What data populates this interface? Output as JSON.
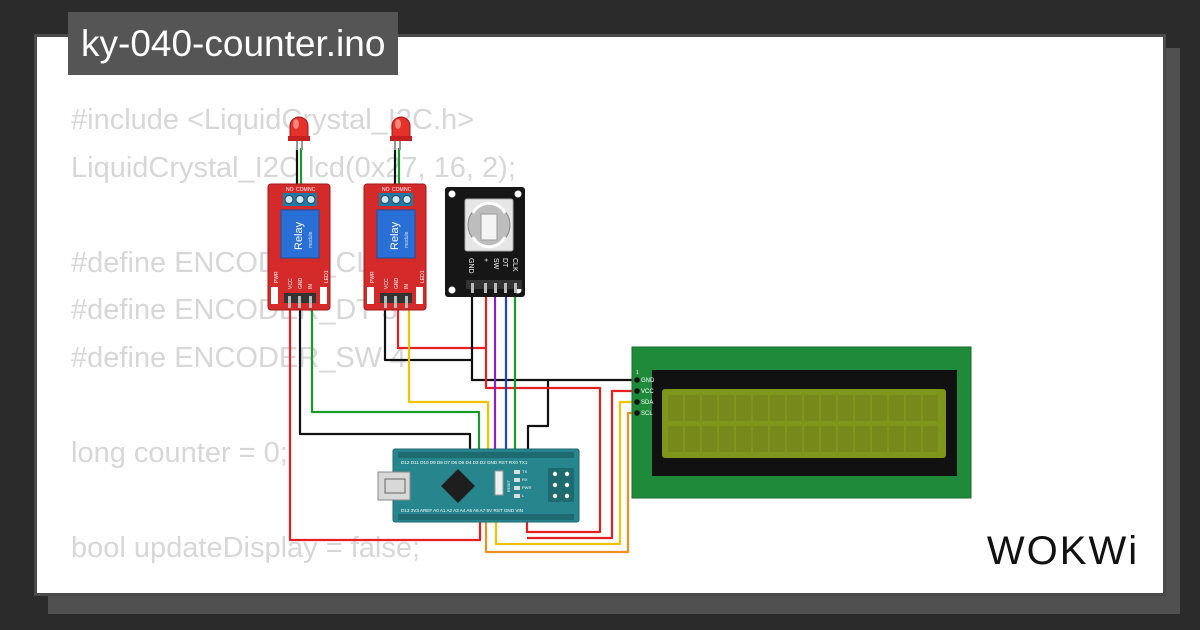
{
  "window": {
    "title": "ky-040-counter.ino"
  },
  "code_lines": [
    "#include <LiquidCrystal_I2C.h>",
    "LiquidCrystal_I2C lcd(0x27, 16, 2);",
    "",
    "#define ENCODER_CLK 2",
    "#define ENCODER_DT 3",
    "#define ENCODER_SW 4",
    "",
    "long counter = 0;",
    "",
    "bool updateDisplay = false;"
  ],
  "relay": {
    "label": "Relay",
    "sublabel": "module",
    "pins_top": [
      "NO",
      "COM",
      "NC"
    ],
    "pins_bottom": [
      "VCC",
      "GND",
      "IN"
    ],
    "leds": [
      "PWR",
      "LED1"
    ]
  },
  "encoder": {
    "pins": [
      "CLK",
      "DT",
      "SW",
      "+",
      "GND"
    ]
  },
  "arduino": {
    "top_pins": "D12 D11 D10 D9 D8 D7 D6 D5 D4 D3 D2 GND RST RX0 TX1",
    "bottom_pins": "D13 3V3 AREF A0 A1 A2 A3 A4 A5 A6 A7 5V RST GND VIN",
    "leds": [
      "TX",
      "RX",
      "PWR",
      "L"
    ],
    "reset_label": "RESET"
  },
  "lcd": {
    "pins": [
      "GND",
      "VCC",
      "SDA",
      "SCL"
    ],
    "pin1_label": "1"
  },
  "brand": {
    "logo_text": "WOKWi"
  },
  "colors": {
    "background": "#2b2b2b",
    "title_bg": "#555555",
    "code_text": "#d7d7d7",
    "relay_board": "#d42a2a",
    "relay_body": "#2a6fd6",
    "arduino_board": "#27868d",
    "lcd_board": "#1f8a3a",
    "lcd_screen": "#7f961a",
    "wire_red": "#e52020",
    "wire_black": "#111111",
    "wire_green": "#1a9a2a",
    "wire_yellow": "#f2c200",
    "wire_purple": "#8a20c8",
    "wire_blue": "#2040e0",
    "wire_orange": "#ef9020"
  }
}
